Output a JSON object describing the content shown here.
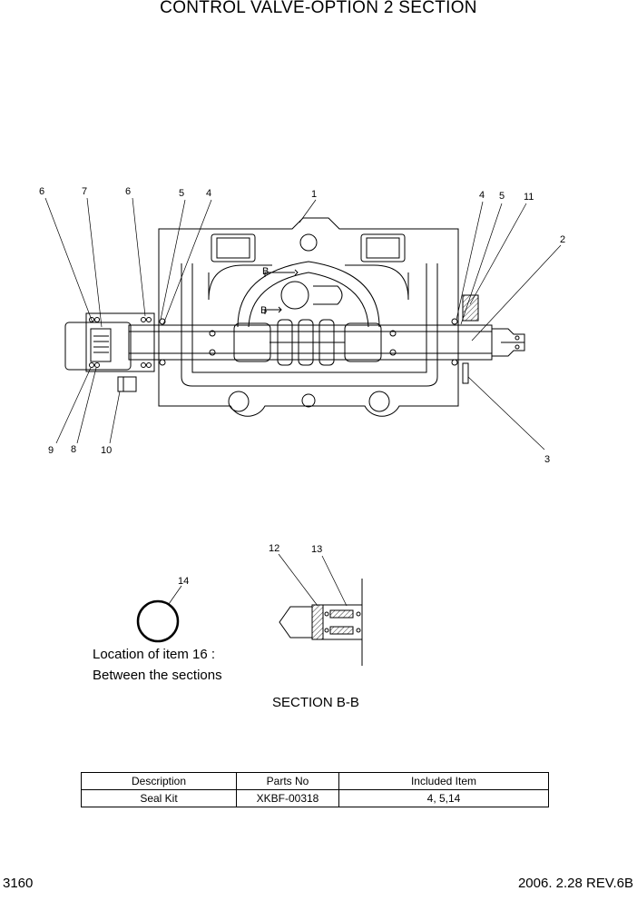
{
  "page": {
    "title": "CONTROL VALVE-OPTION 2 SECTION",
    "page_number": "3160",
    "revision": "2006. 2.28  REV.6B"
  },
  "callouts": {
    "c1": "1",
    "c2": "2",
    "c3": "3",
    "c4a": "4",
    "c4b": "4",
    "c5a": "5",
    "c5b": "5",
    "c6a": "6",
    "c6b": "6",
    "c7": "7",
    "c8": "8",
    "c9": "9",
    "c10": "10",
    "c11": "11",
    "c12": "12",
    "c13": "13",
    "c14": "14",
    "b1": "B",
    "b2": "B"
  },
  "notes": {
    "line1": "Location of item 16 :",
    "line2": "Between the sections",
    "section": "SECTION B-B"
  },
  "kit_table": {
    "headers": [
      "Description",
      "Parts No",
      "Included Item"
    ],
    "rows": [
      [
        "Seal Kit",
        "XKBF-00318",
        "4, 5,14"
      ]
    ]
  }
}
